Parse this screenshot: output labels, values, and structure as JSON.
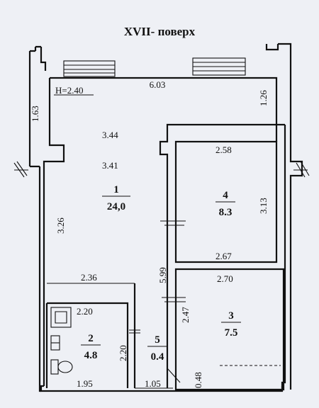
{
  "title": "XVII- поверх",
  "ceiling_height": "H=2.40",
  "dimensions": {
    "top_width": "6.03",
    "left_upper": "1.63",
    "right_upper": "1.26",
    "hall_a": "3.44",
    "hall_b": "3.41",
    "left_lower": "3.26",
    "bath_top_line": "2.36",
    "room4_top": "2.58",
    "room4_right": "3.13",
    "room4_bottom": "2.67",
    "corridor_vertical": "5.99",
    "room3_top": "2.70",
    "room3_left": "2.47",
    "bath_top": "2.20",
    "bath_right": "2.20",
    "bath_bottom": "1.95",
    "closet_bottom": "1.05",
    "niche_height": "0.48"
  },
  "rooms": [
    {
      "number": "1",
      "area": "24,0"
    },
    {
      "number": "2",
      "area": "4.8"
    },
    {
      "number": "3",
      "area": "7.5"
    },
    {
      "number": "4",
      "area": "8.3"
    },
    {
      "number": "5",
      "area": "0.4"
    }
  ]
}
